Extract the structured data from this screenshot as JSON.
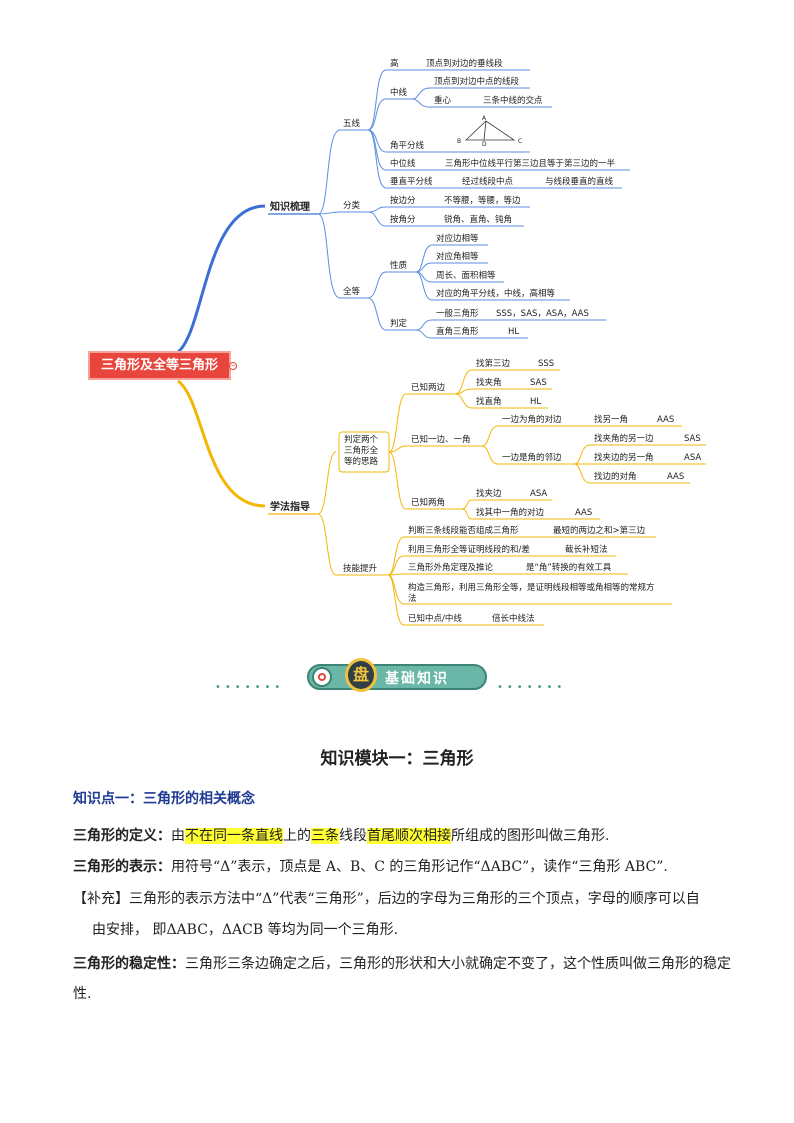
{
  "mindmap": {
    "root": "三角形及全等三角形",
    "branch1": "知识梳理",
    "branch2": "学法指导",
    "five_lines": "五线",
    "gao": "高",
    "gao_def": "顶点到对边的垂线段",
    "zhongxian": "中线",
    "zx_def1": "顶点到对边中点的线段",
    "zhongxin": "重心",
    "zhongxin_def": "三条中线的交点",
    "jiaopingfenxian": "角平分线",
    "tri_A": "A",
    "tri_B": "B",
    "tri_C": "C",
    "tri_D": "D",
    "zhongweixian": "中位线",
    "zwx_def": "三角形中位线平行第三边且等于第三边的一半",
    "chuizhi": "垂直平分线",
    "cz_def1": "经过线段中点",
    "cz_def2": "与线段垂直的直线",
    "fenlei": "分类",
    "anbian": "按边分",
    "anbian_def": "不等腰，等腰，等边",
    "anjiao": "按角分",
    "anjiao_def": "锐角、直角、钝角",
    "quandeng": "全等",
    "xingzhi": "性质",
    "xz1": "对应边相等",
    "xz2": "对应角相等",
    "xz3": "周长、面积相等",
    "xz4": "对应的角平分线，中线，高相等",
    "panding": "判定",
    "pd1": "一般三角形",
    "pd1_val": "SSS，SAS，ASA，AAS",
    "pd2": "直角三角形",
    "pd2_val": "HL",
    "siliu": "判定两个三角形全等的思路",
    "yizhi_lb": "已知两边",
    "lb1": "找第三边",
    "lb1v": "SSS",
    "lb2": "找夹角",
    "lb2v": "SAS",
    "lb3": "找直角",
    "lb3v": "HL",
    "yizhi_bj": "已知一边、一角",
    "bj_a": "一边为角的对边",
    "bj_a1": "找另一角",
    "bj_a1v": "AAS",
    "bj_b": "一边是角的邻边",
    "bj_b1": "找夹角的另一边",
    "bj_b1v": "SAS",
    "bj_b2": "找夹边的另一角",
    "bj_b2v": "ASA",
    "bj_b3": "找边的对角",
    "bj_b3v": "AAS",
    "yizhi_lj": "已知两角",
    "lj1": "找夹边",
    "lj1v": "ASA",
    "lj2": "找其中一角的对边",
    "lj2v": "AAS",
    "jineng": "技能提升",
    "jn1": "判断三条线段能否组成三角形",
    "jn1v": "最短的两边之和>第三边",
    "jn2": "利用三角形全等证明线段的和/差",
    "jn2v": "截长补短法",
    "jn3": "三角形外角定理及推论",
    "jn3v": "是“角”转换的有效工具",
    "jn4a": "构造三角形，利用三角形全等，是证明线段相等或角相等的常规方",
    "jn4b": "法",
    "jn5": "已知中点/中线",
    "jn5v": "倍长中线法"
  },
  "banner": {
    "badge": "盘",
    "label": "基础知识",
    "dots_left": "•••••••",
    "dots_right": "•••••••"
  },
  "doc": {
    "module_title": "知识模块一：三角形",
    "point_title": "知识点一：三角形的相关概念",
    "def_label": "三角形的定义：",
    "def_p1": "由",
    "def_hl1": "不在同一条直线",
    "def_p2": "上的",
    "def_hl2": "三条",
    "def_p3": "线段",
    "def_hl3": "首尾顺次相接",
    "def_p4": "所组成的图形叫做三角形.",
    "rep_label": "三角形的表示：",
    "rep_text": "用符号“Δ”表示，顶点是 A、B、C 的三角形记作“ΔABC”，读作“三角形 ABC”.",
    "supp_line1": "【补充】三角形的表示方法中“Δ”代表“三角形”，后边的字母为三角形的三个顶点，字母的顺序可以自",
    "supp_line2": "由安排，  即ΔABC，ΔACB 等均为同一个三角形.",
    "stab_label": "三角形的稳定性：",
    "stab_line1": "三角形三条边确定之后，三角形的形状和大小就确定不变了，这个性质叫做三角形的稳定",
    "stab_line2": "性."
  }
}
